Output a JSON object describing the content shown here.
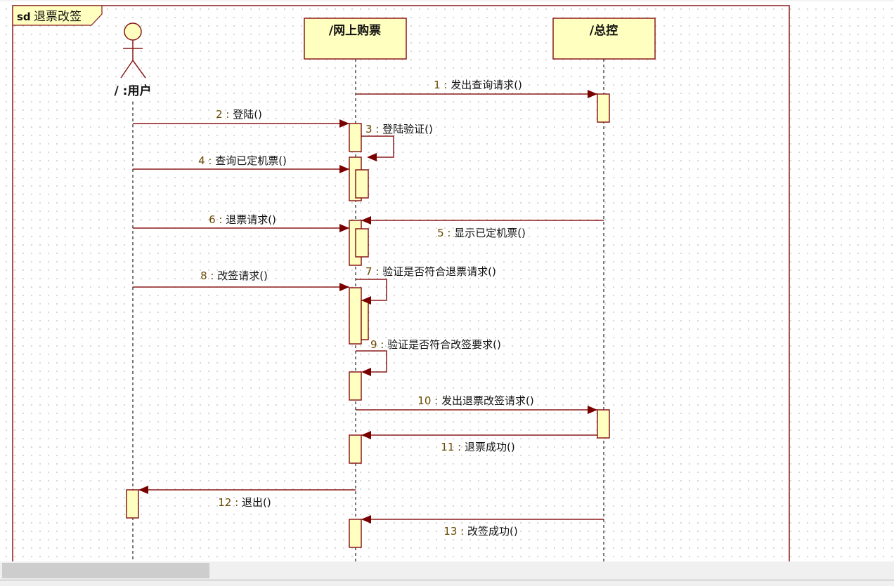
{
  "frame": {
    "keyword": "sd",
    "title": "退票改签"
  },
  "lifelines": [
    {
      "id": "user",
      "kind": "actor",
      "label": "/ :用户"
    },
    {
      "id": "web",
      "kind": "object",
      "label": "/网上购票"
    },
    {
      "id": "ctrl",
      "kind": "object",
      "label": "/总控"
    }
  ],
  "messages": [
    {
      "seq": "1",
      "text": "发出查询请求()",
      "from": "web",
      "to": "ctrl"
    },
    {
      "seq": "2",
      "text": "登陆()",
      "from": "user",
      "to": "web"
    },
    {
      "seq": "3",
      "text": "登陆验证()",
      "from": "web",
      "to": "web"
    },
    {
      "seq": "4",
      "text": "查询已定机票()",
      "from": "user",
      "to": "web"
    },
    {
      "seq": "5",
      "text": "显示已定机票()",
      "from": "ctrl",
      "to": "web"
    },
    {
      "seq": "6",
      "text": "退票请求()",
      "from": "user",
      "to": "web"
    },
    {
      "seq": "7",
      "text": "验证是否符合退票请求()",
      "from": "web",
      "to": "web"
    },
    {
      "seq": "8",
      "text": "改签请求()",
      "from": "user",
      "to": "web"
    },
    {
      "seq": "9",
      "text": "验证是否符合改签要求()",
      "from": "web",
      "to": "web"
    },
    {
      "seq": "10",
      "text": "发出退票改签请求()",
      "from": "web",
      "to": "ctrl"
    },
    {
      "seq": "11",
      "text": "退票成功()",
      "from": "ctrl",
      "to": "web"
    },
    {
      "seq": "12",
      "text": "退出()",
      "from": "web",
      "to": "user"
    },
    {
      "seq": "13",
      "text": "改签成功()",
      "from": "ctrl",
      "to": "web"
    }
  ],
  "colors": {
    "line": "#8b1a1a",
    "fill": "#ffffc0",
    "arrow": "#7a0000"
  }
}
